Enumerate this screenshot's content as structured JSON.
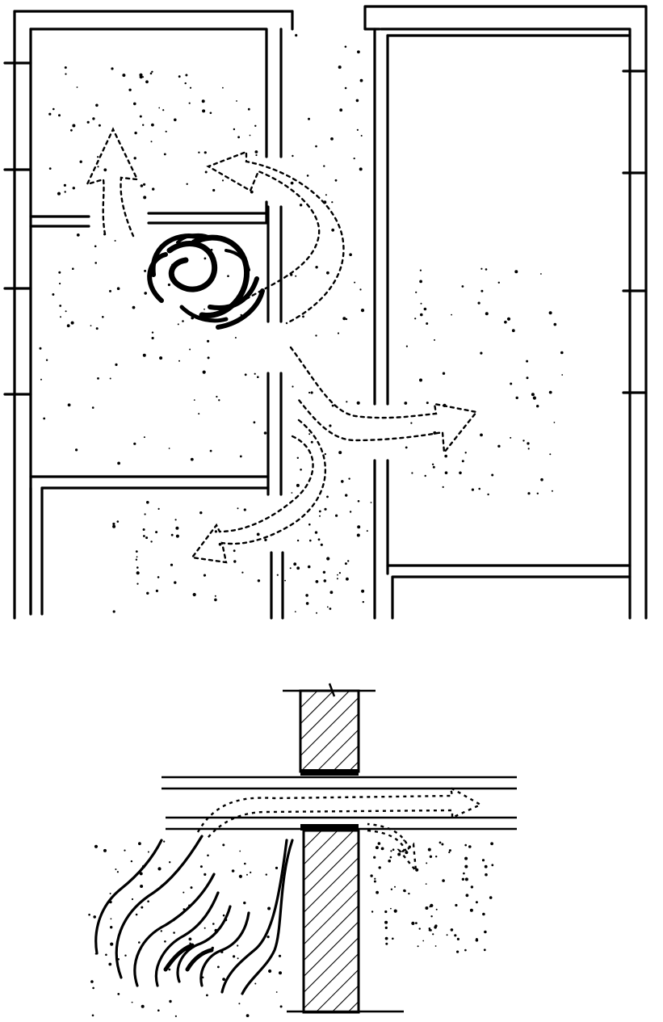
{
  "figure": {
    "panels": [
      {
        "id": "floor-plan",
        "description_label": ""
      },
      {
        "id": "wall-section",
        "description_label": ""
      }
    ],
    "colors": {
      "ink": "#000000",
      "paper": "#ffffff"
    },
    "icons": [
      "fire-icon",
      "smoke-arrow-icon",
      "hatched-wall-section"
    ]
  }
}
